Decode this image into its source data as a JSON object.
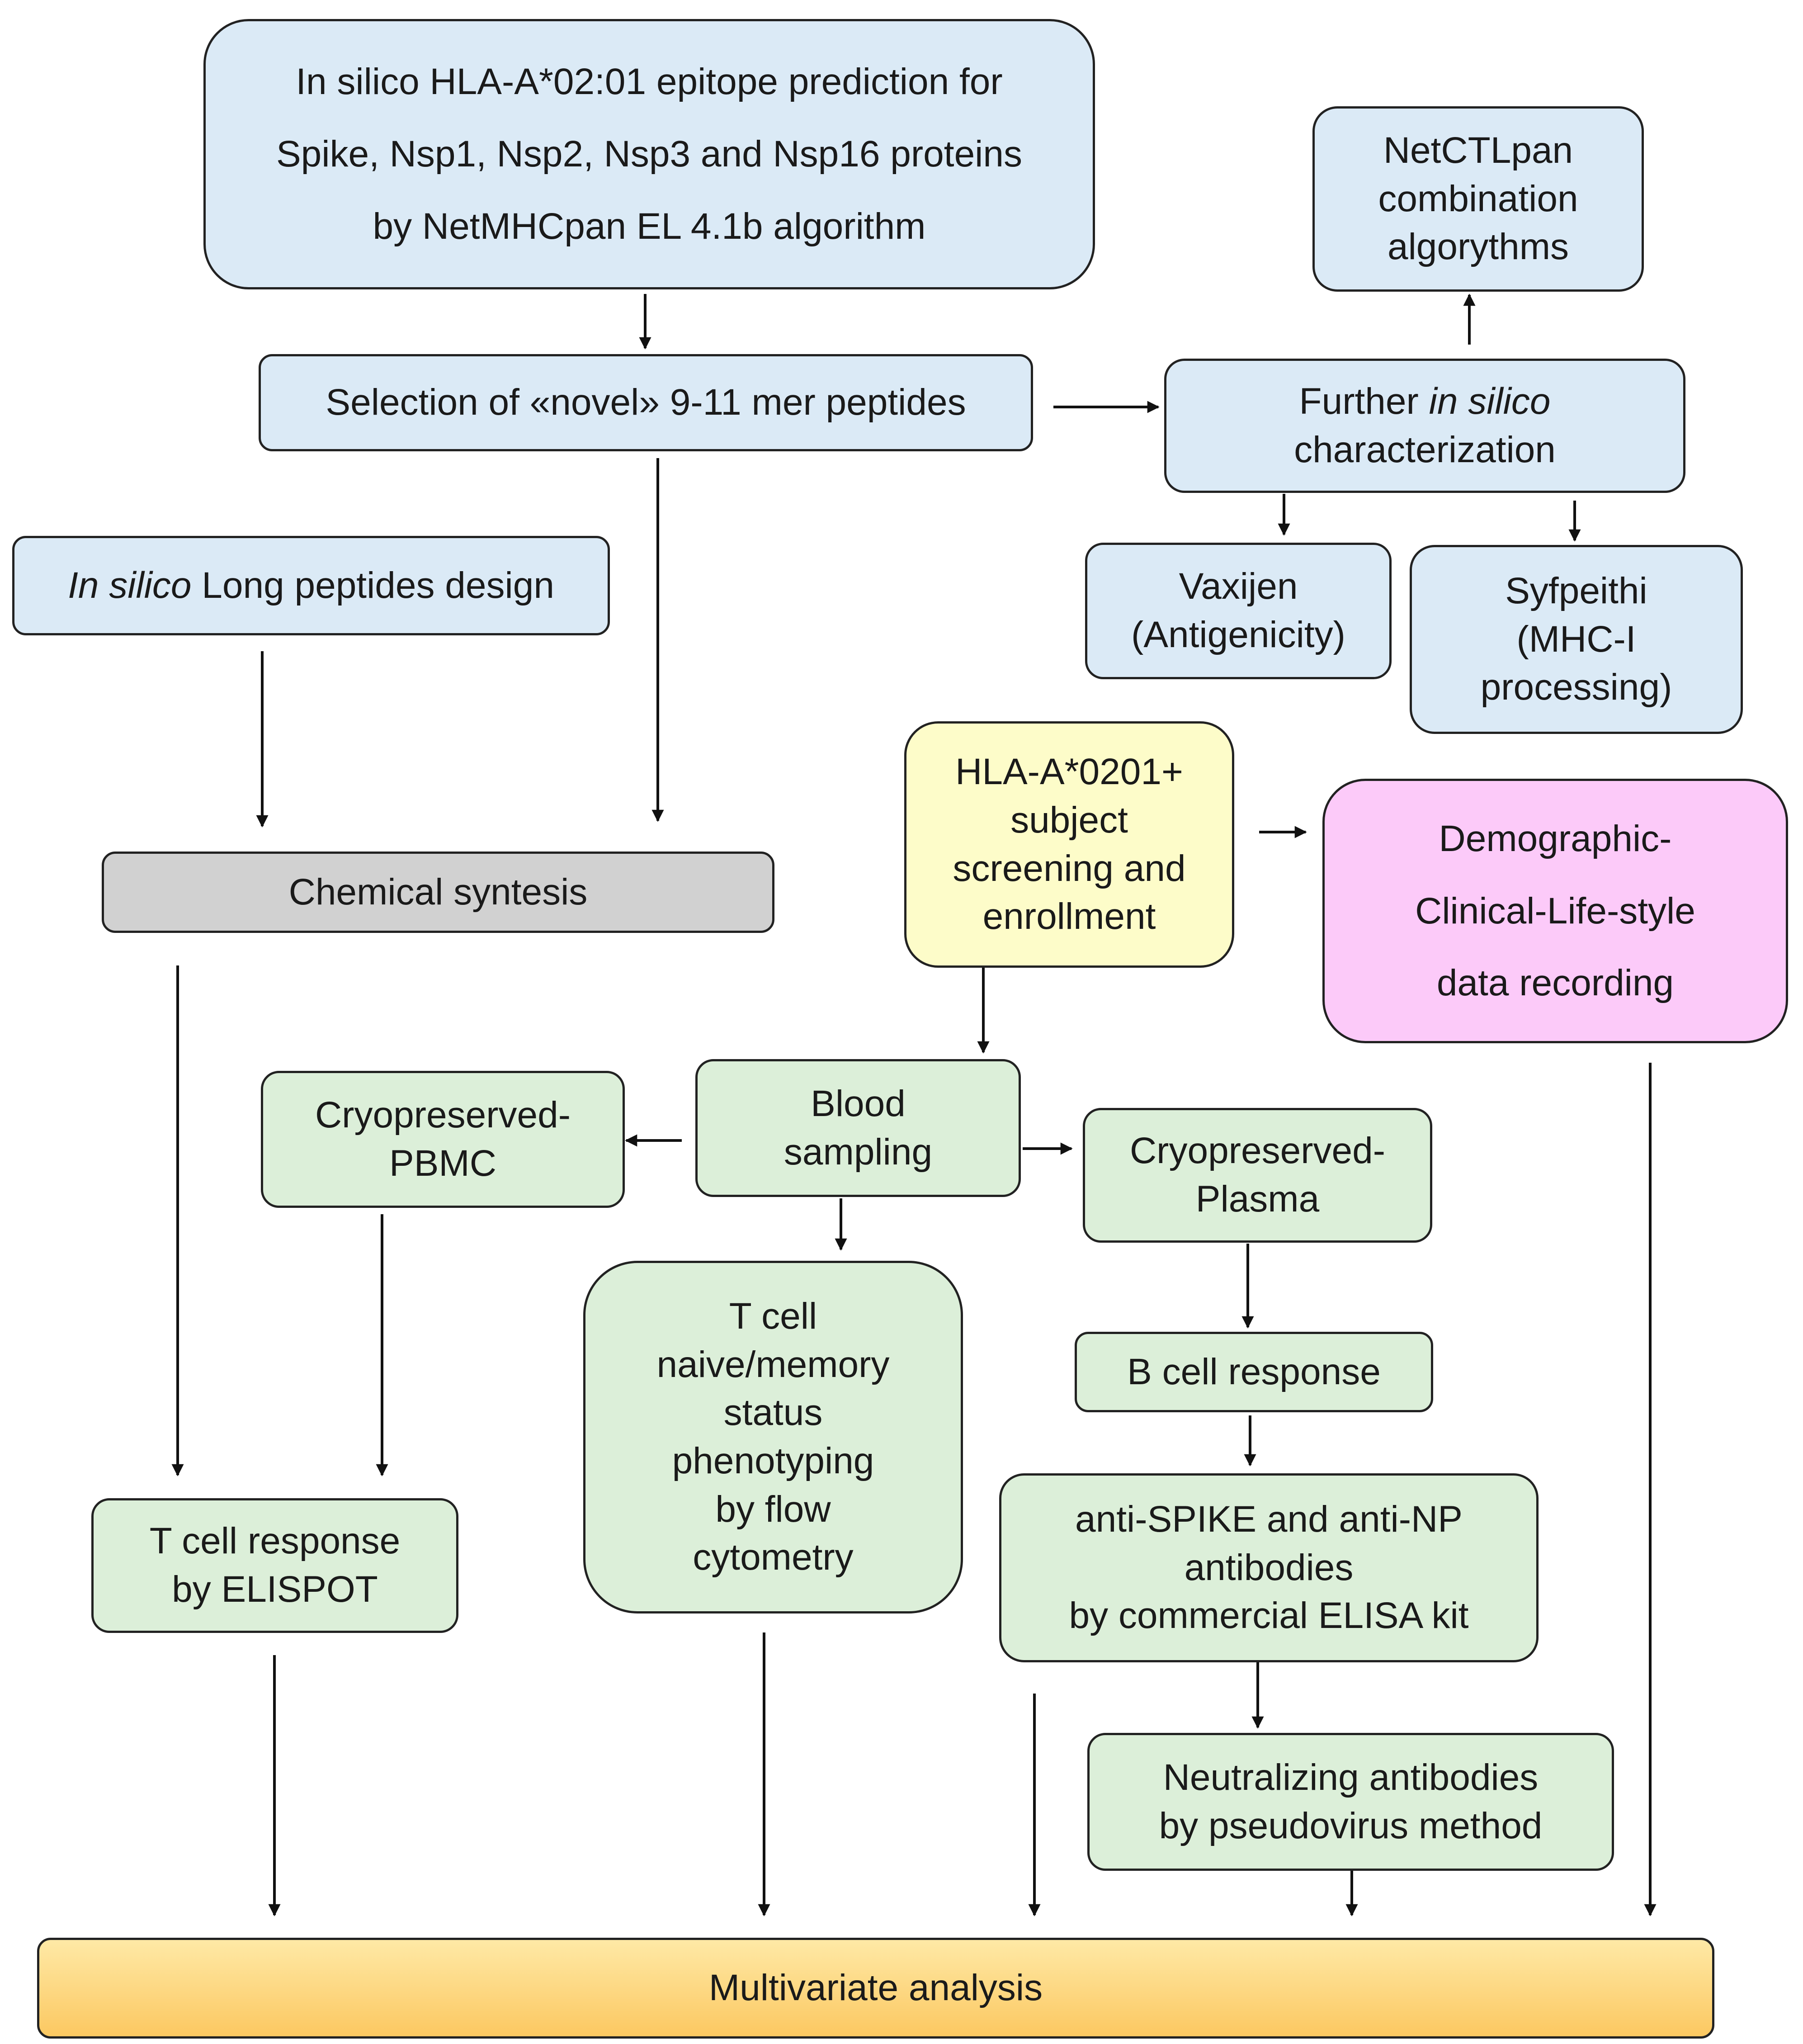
{
  "boxes": {
    "prediction": [
      "In silico HLA-A*02:01 epitope prediction for",
      "Spike, Nsp1, Nsp2, Nsp3 and Nsp16 proteins",
      "by NetMHCpan EL 4.1b algorithm"
    ],
    "selection": [
      "Selection of «novel» 9-11 mer peptides"
    ],
    "netctlpan": [
      "NetCTLpan",
      "combination",
      "algorythms"
    ],
    "further": {
      "pre": "Further ",
      "italic": "in silico",
      "line2": "characterization"
    },
    "vaxijen": [
      "Vaxijen",
      "(Antigenicity)"
    ],
    "syfpeithi": [
      "Syfpeithi",
      "(MHC-I",
      "processing)"
    ],
    "long_peptides": {
      "italic": "In silico",
      "rest": " Long peptides design"
    },
    "chemical": [
      "Chemical syntesis"
    ],
    "hla_subject": [
      "HLA-A*0201+",
      "subject",
      "screening and",
      "enrollment"
    ],
    "demographic": [
      "Demographic-",
      "Clinical-Life-style",
      "data recording"
    ],
    "blood": [
      "Blood",
      "sampling"
    ],
    "cryo_pbmc": [
      "Cryopreserved-",
      "PBMC"
    ],
    "cryo_plasma": [
      "Cryopreserved-",
      "Plasma"
    ],
    "tcell_pheno": [
      "T cell",
      "naive/memory",
      "status",
      "phenotyping",
      "by flow",
      "cytometry"
    ],
    "bcell": [
      "B cell response"
    ],
    "antispike": [
      "anti-SPIKE and anti-NP",
      "antibodies",
      "by commercial ELISA kit"
    ],
    "tcell_elispot": [
      "T cell response",
      "by ELISPOT"
    ],
    "neutralizing": [
      "Neutralizing antibodies",
      "by pseudovirus method"
    ],
    "multivariate": [
      "Multivariate analysis"
    ]
  },
  "colors": {
    "blue": "#dbeaf6",
    "green": "#dcefd9",
    "yellow": "#fdfcc9",
    "pink": "#fccaf9",
    "grey": "#d1d1d1",
    "orange": "#fcc861",
    "stroke": "#222222"
  }
}
